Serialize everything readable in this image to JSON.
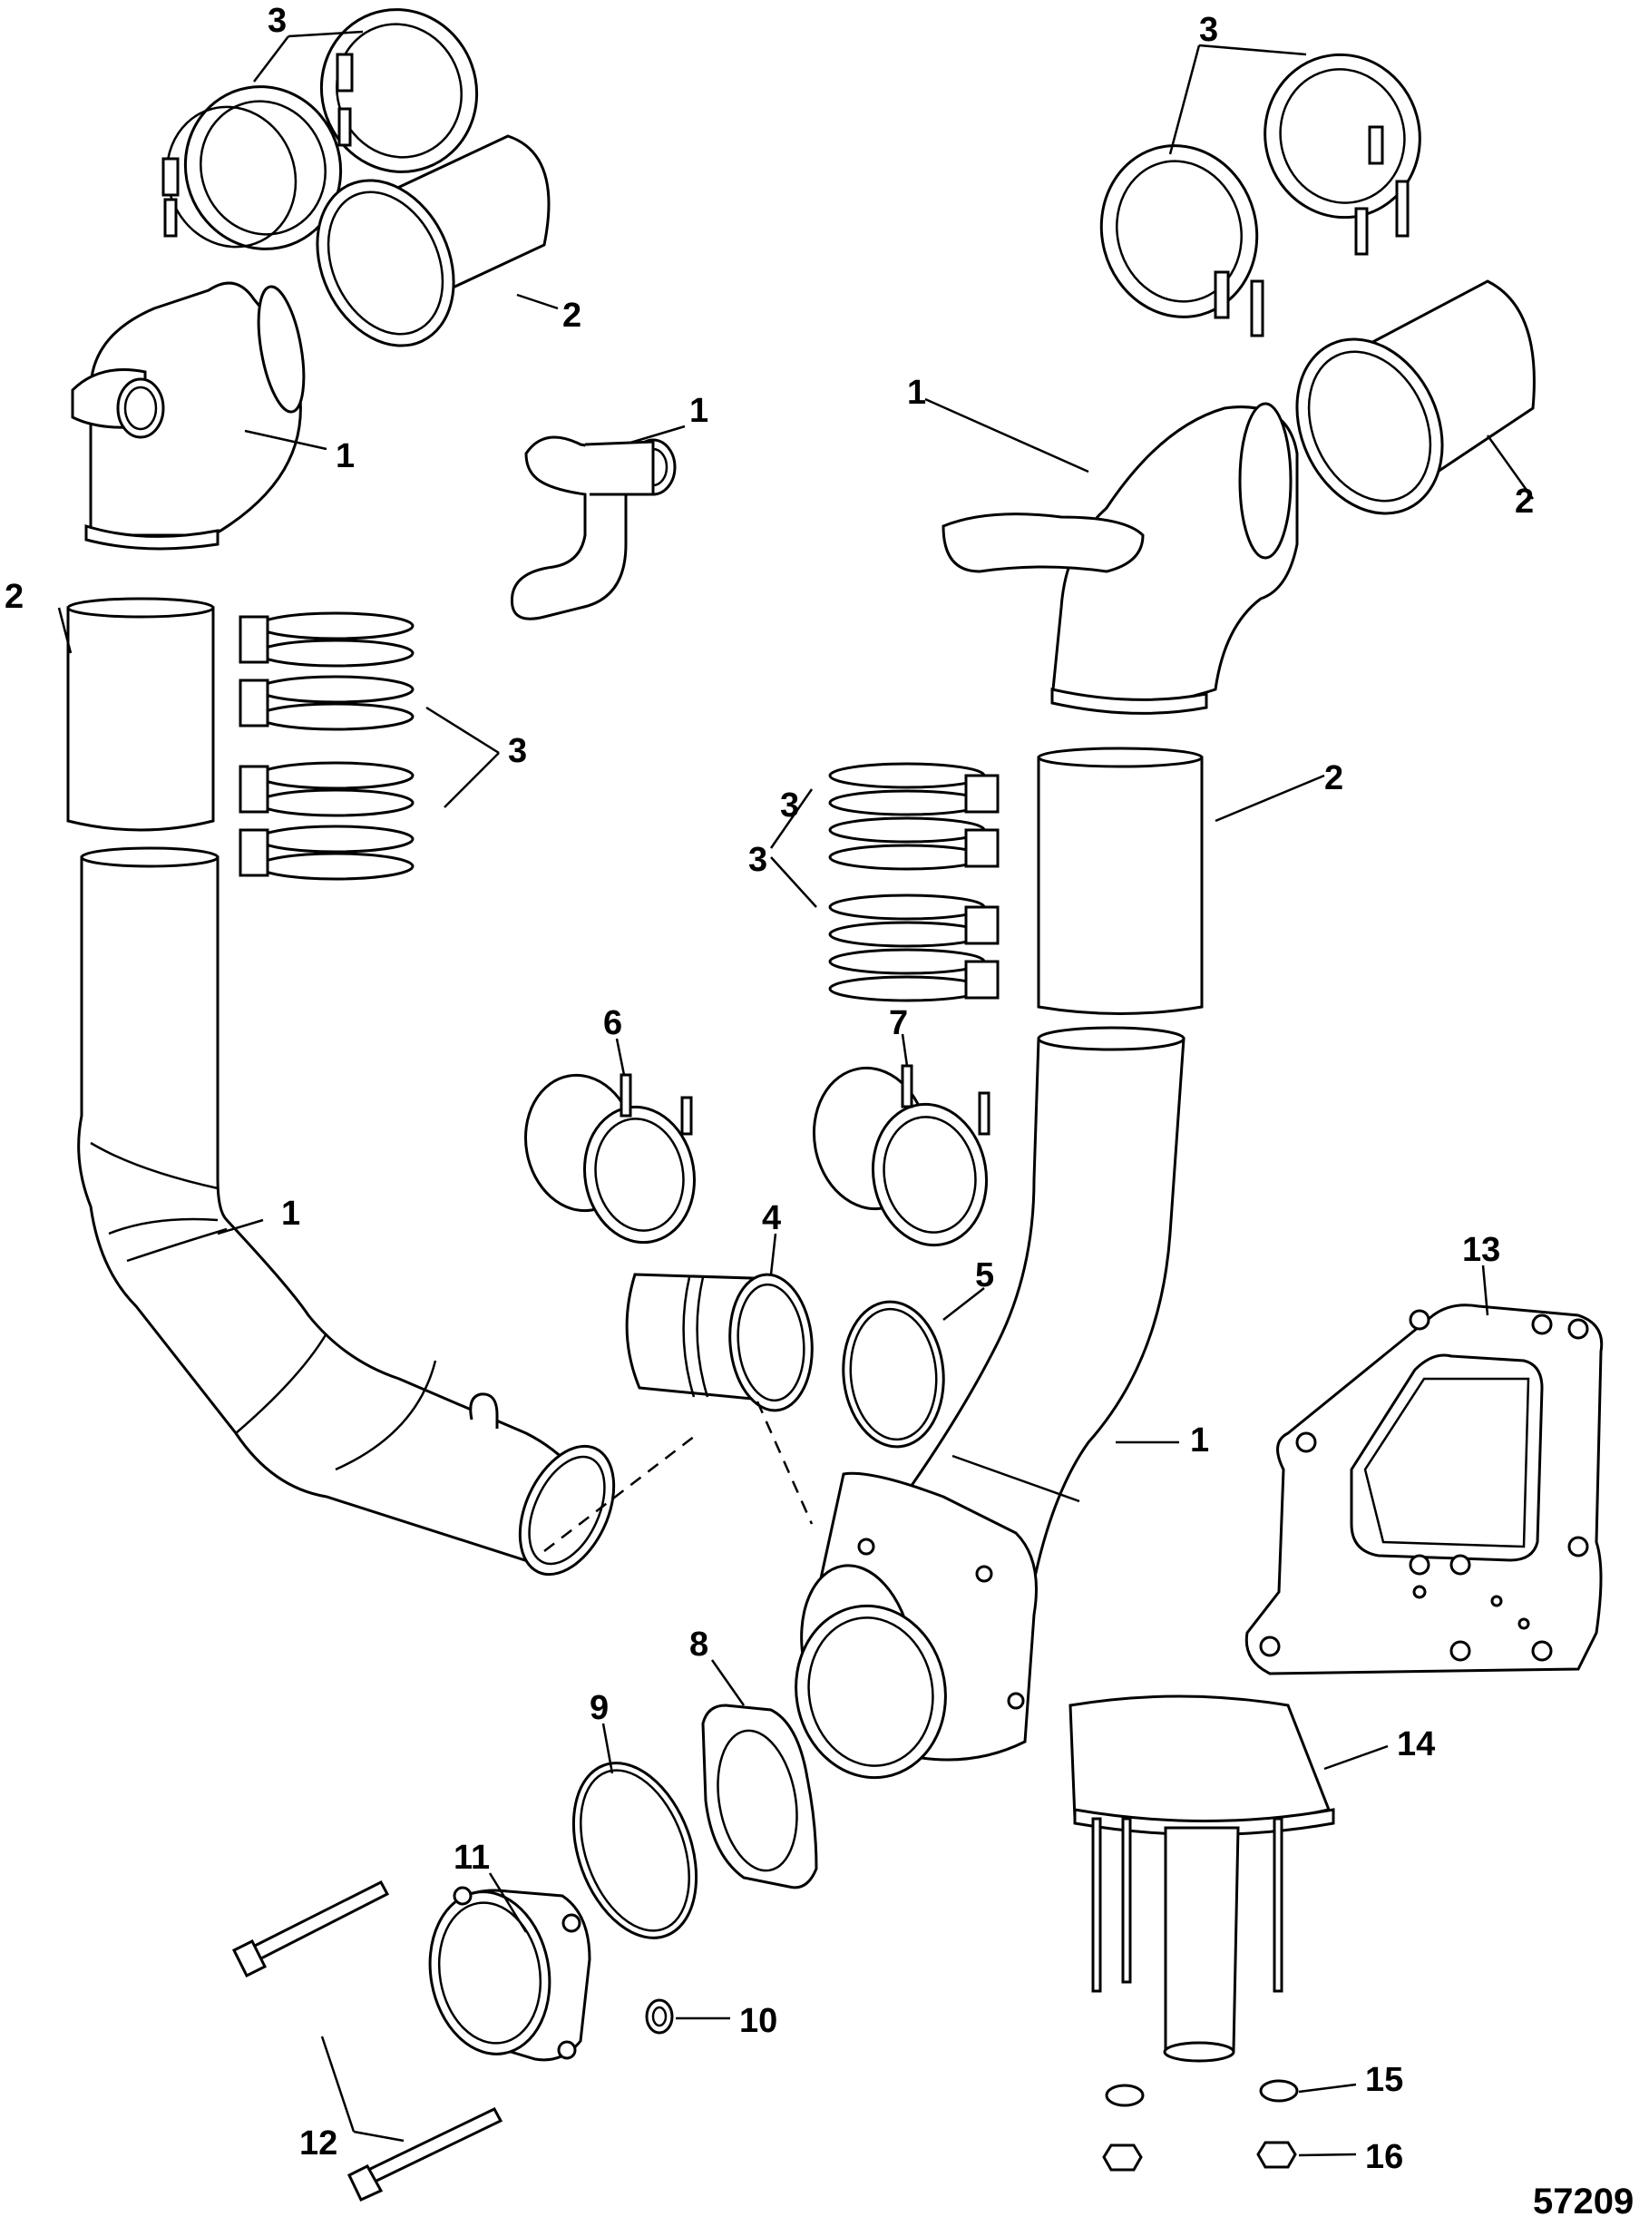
{
  "diagram": {
    "figure_number": "57209",
    "callouts": [
      {
        "id": "c1",
        "label": "3"
      },
      {
        "id": "c2",
        "label": "2"
      },
      {
        "id": "c3",
        "label": "1"
      },
      {
        "id": "c4",
        "label": "1"
      },
      {
        "id": "c5",
        "label": "2"
      },
      {
        "id": "c6",
        "label": "3"
      },
      {
        "id": "c7",
        "label": "3"
      },
      {
        "id": "c8",
        "label": "1"
      },
      {
        "id": "c9",
        "label": "2"
      },
      {
        "id": "c10",
        "label": "2"
      },
      {
        "id": "c11",
        "label": "3"
      },
      {
        "id": "c12",
        "label": "3"
      },
      {
        "id": "c13",
        "label": "6"
      },
      {
        "id": "c14",
        "label": "7"
      },
      {
        "id": "c15",
        "label": "1"
      },
      {
        "id": "c16",
        "label": "4"
      },
      {
        "id": "c17",
        "label": "5"
      },
      {
        "id": "c18",
        "label": "13"
      },
      {
        "id": "c19",
        "label": "1"
      },
      {
        "id": "c20",
        "label": "8"
      },
      {
        "id": "c21",
        "label": "9"
      },
      {
        "id": "c22",
        "label": "11"
      },
      {
        "id": "c23",
        "label": "14"
      },
      {
        "id": "c24",
        "label": "10"
      },
      {
        "id": "c25",
        "label": "12"
      },
      {
        "id": "c26",
        "label": "15"
      },
      {
        "id": "c27",
        "label": "16"
      }
    ]
  }
}
